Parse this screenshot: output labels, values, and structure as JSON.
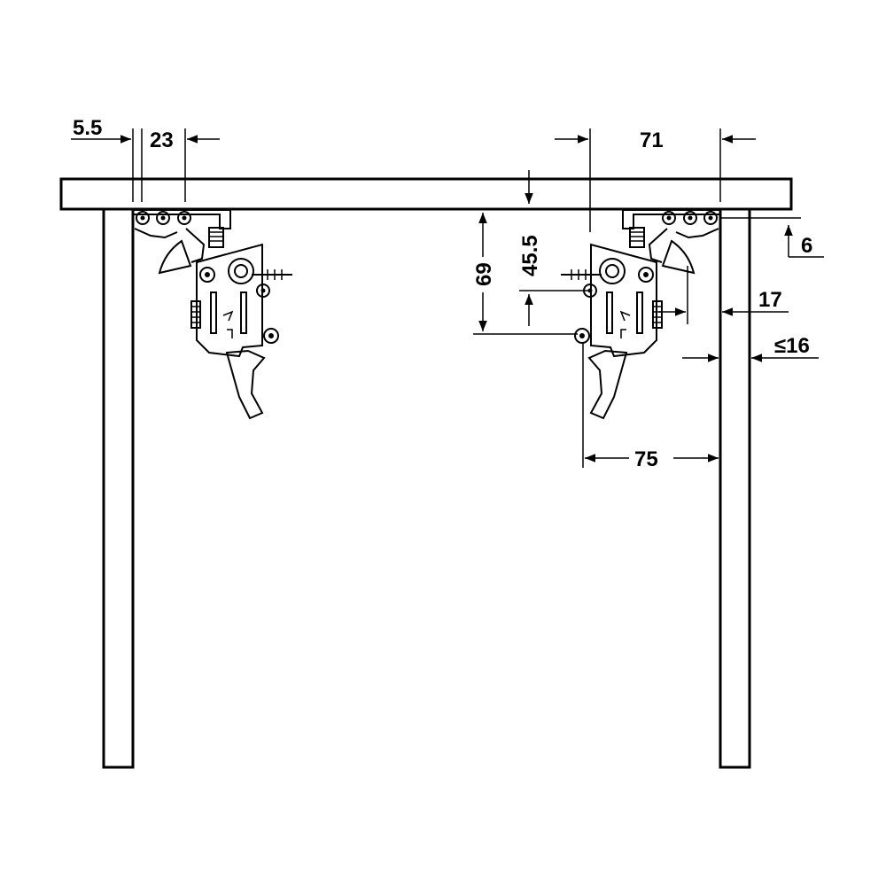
{
  "dimensions": {
    "offset_5_5": "5.5",
    "offset_23": "23",
    "offset_71": "71",
    "offset_6": "6",
    "height_69": "69",
    "height_45_5": "45.5",
    "offset_17": "17",
    "max_16": "≤16",
    "offset_75": "75"
  },
  "colors": {
    "line": "#000000",
    "background": "#ffffff"
  }
}
